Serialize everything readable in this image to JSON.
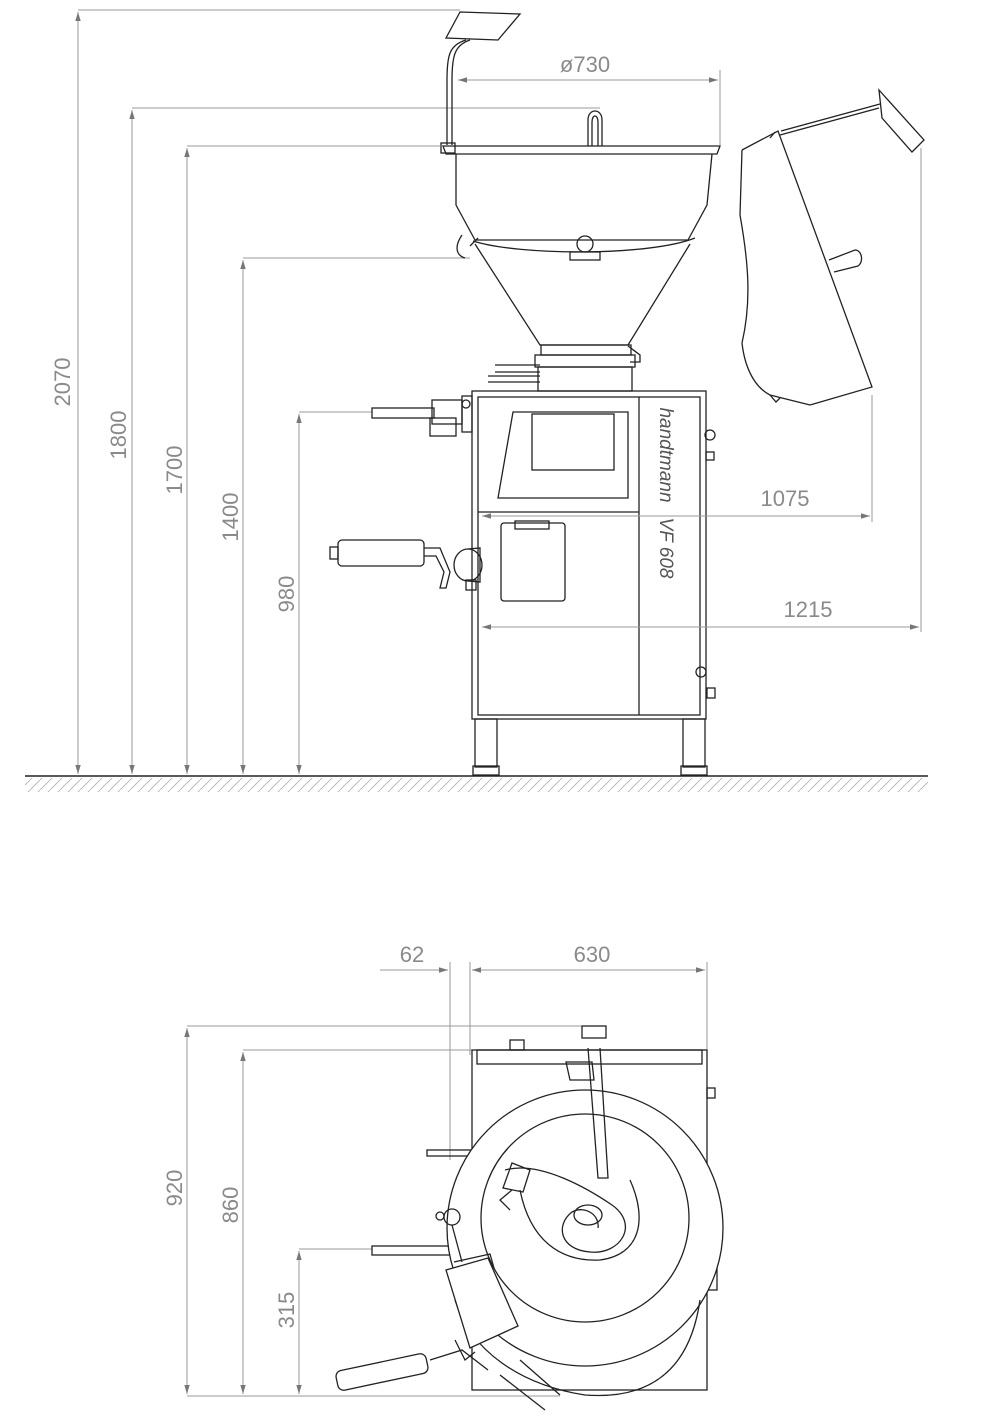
{
  "front_view": {
    "dimensions": {
      "height_total": "2070",
      "height_hopper_rim_top": "1800",
      "height_hopper_rim": "1700",
      "height_hopper_ring": "1400",
      "height_worktop": "980",
      "hopper_diameter": "ø730",
      "depth_tilted": "1075",
      "depth_total": "1215"
    },
    "brand_label": "handtmann",
    "model_label": "VF 608"
  },
  "top_view": {
    "dimensions": {
      "offset_left": "62",
      "width": "630",
      "depth_total": "920",
      "depth_body": "860",
      "outlet_position": "315"
    }
  }
}
